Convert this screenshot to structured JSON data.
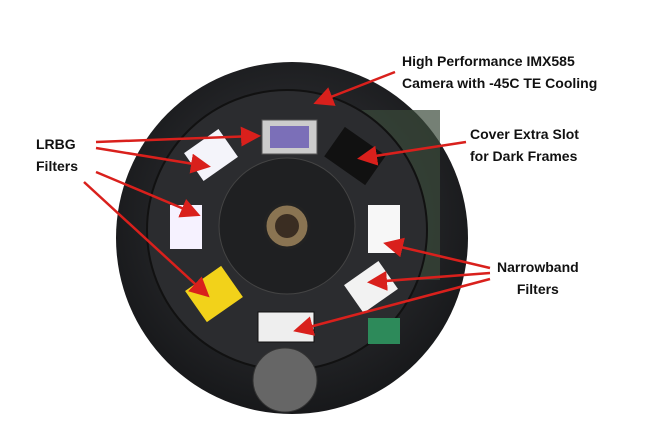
{
  "labels": {
    "camera": {
      "line1": "High Performance IMX585",
      "line2": "Camera with -45C TE Cooling"
    },
    "cover": {
      "line1": "Cover Extra Slot",
      "line2": "for Dark Frames"
    },
    "lrbg": {
      "line1": "LRBG",
      "line2": "Filters"
    },
    "narrowband": {
      "line1": "Narrowband",
      "line2": "Filters"
    }
  },
  "colors": {
    "arrow": "#d9201c",
    "body": "#1b1c1e",
    "wheel": "#2a2b2e",
    "filter_yellow": "#f2d21a",
    "sensor": "#7b6fb8"
  }
}
